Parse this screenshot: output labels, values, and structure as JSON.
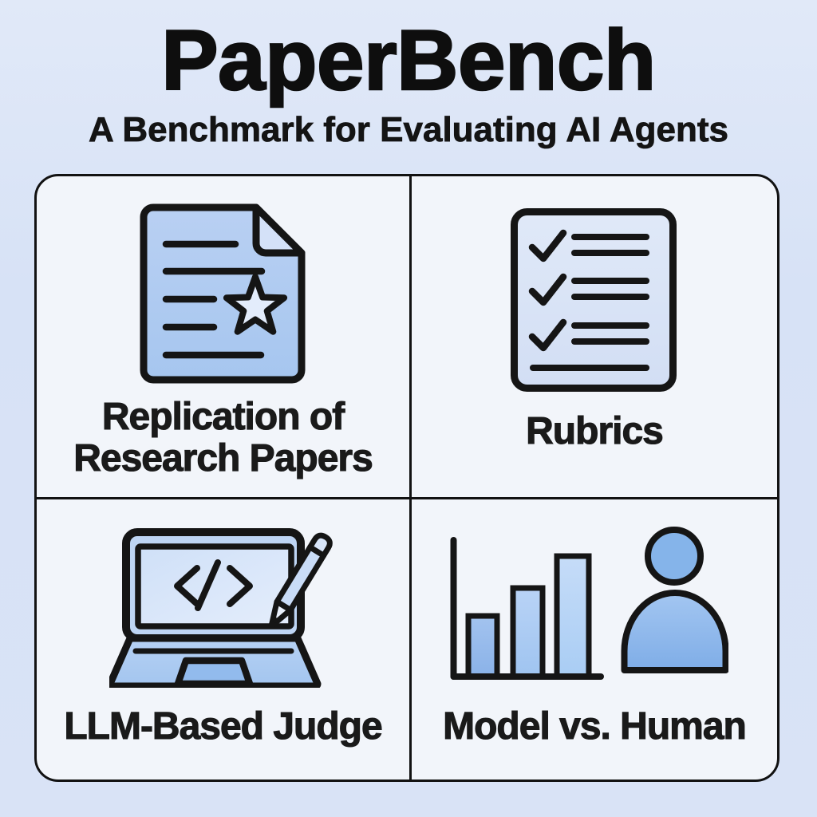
{
  "header": {
    "title": "PaperBench",
    "subtitle": "A Benchmark for Evaluating AI Agents"
  },
  "quadrants": [
    {
      "id": "replication-of-research-papers",
      "icon": "document-star-icon",
      "label_lines": [
        "Replication of",
        "Research Papers"
      ]
    },
    {
      "id": "rubrics",
      "icon": "checklist-icon",
      "label": "Rubrics"
    },
    {
      "id": "llm-based-judge",
      "icon": "laptop-code-pencil-icon",
      "label": "LLM-Based Judge"
    },
    {
      "id": "model-vs-human",
      "icon": "bar-chart-person-icon",
      "label": "Model vs. Human"
    }
  ],
  "colors": {
    "background": "#d8e2f5",
    "card_fill": "#f2f5fa",
    "outline": "#121212",
    "icon_fill_light": "#dce6f7",
    "icon_fill_mid": "#aecdf2",
    "icon_fill_dark": "#82b1e9"
  }
}
